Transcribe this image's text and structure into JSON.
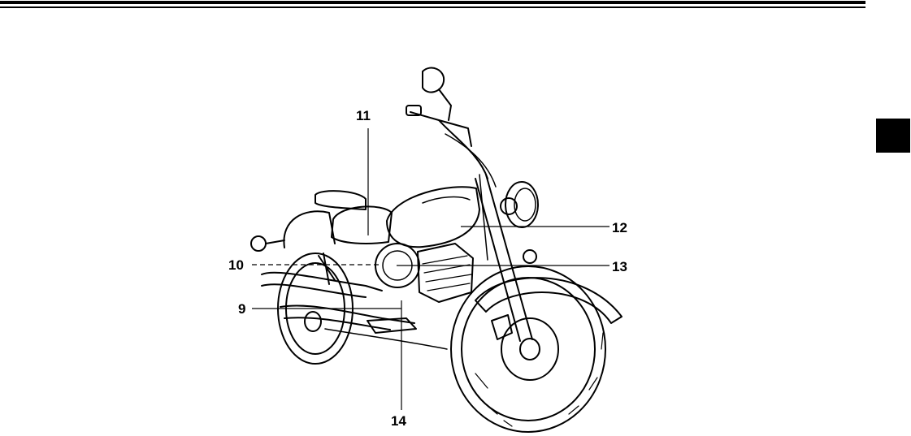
{
  "callouts": {
    "c9": "9",
    "c10": "10",
    "c11": "11",
    "c12": "12",
    "c13": "13",
    "c14": "14"
  },
  "illustration": {
    "subject": "motorcycle-line-drawing",
    "colors": {
      "ink": "#000000",
      "paper": "#ffffff"
    }
  },
  "section_tab": {
    "color": "#000000"
  }
}
